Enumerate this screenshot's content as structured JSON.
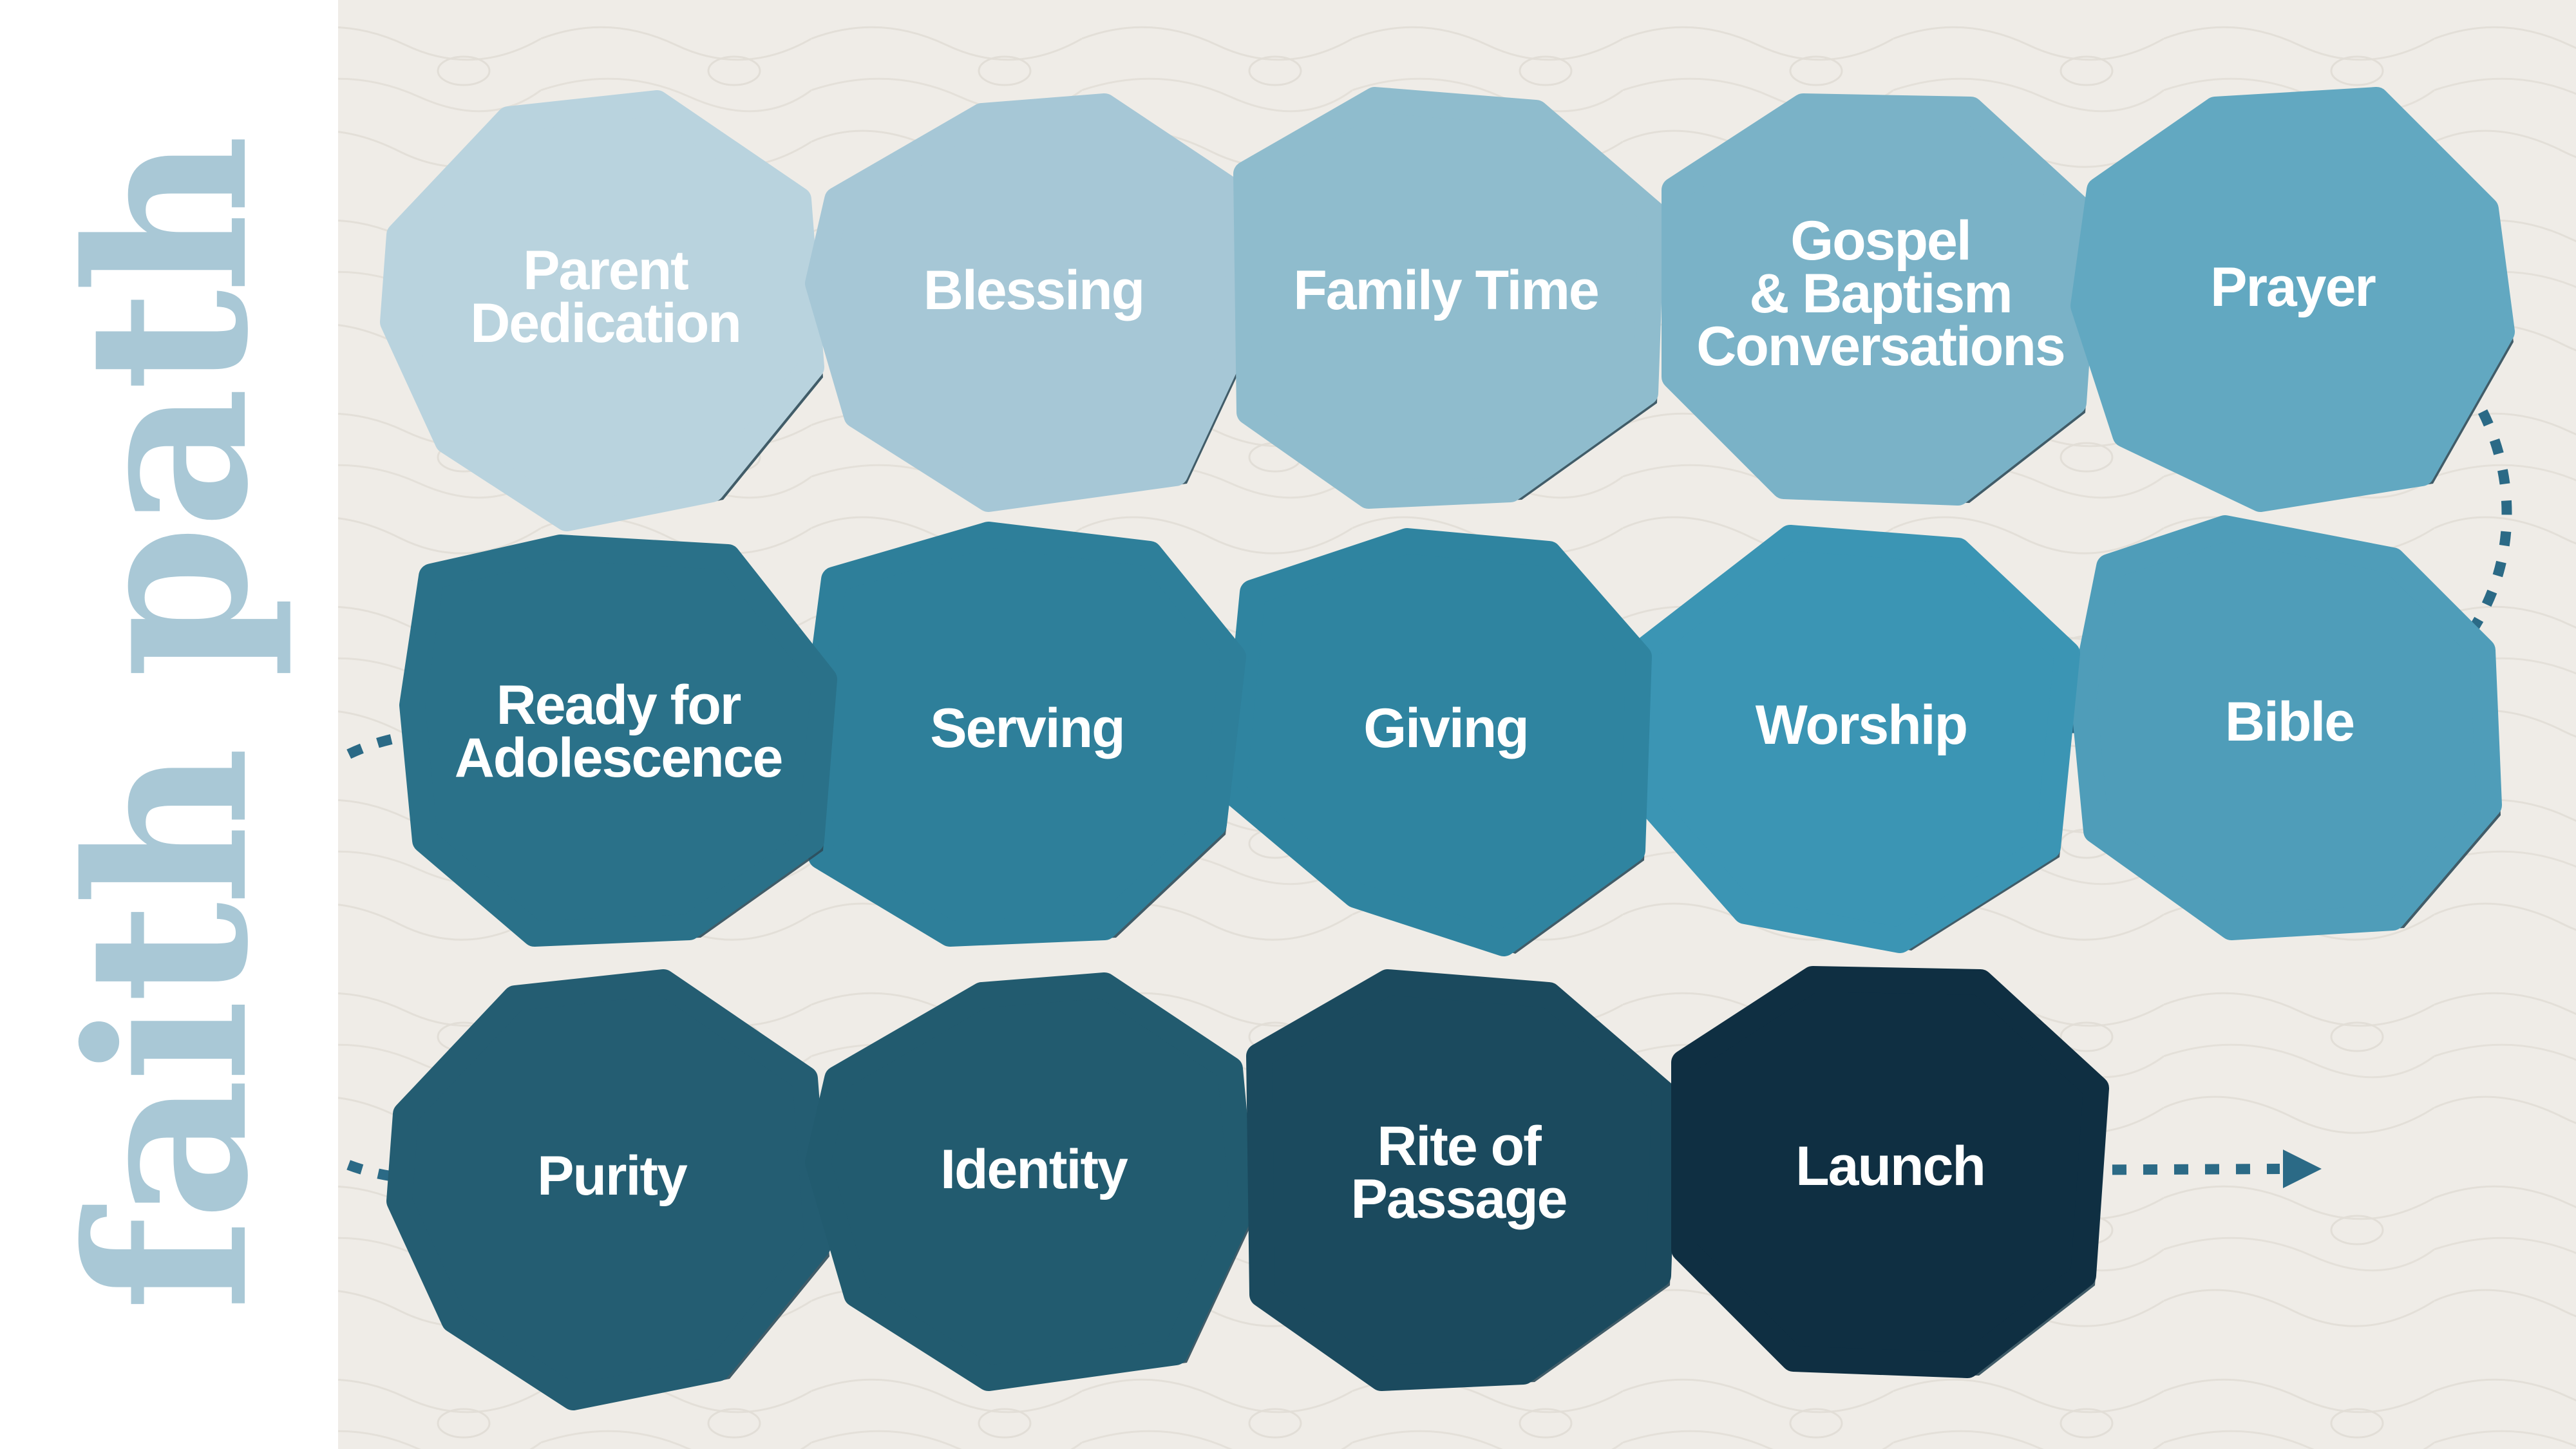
{
  "side_title": "faith path",
  "colors": {
    "background": "#efece7",
    "sidebar": "#ffffff",
    "side_title": "#a9c8d6",
    "path": "#2b6a86",
    "label": "#ffffff"
  },
  "stones": [
    {
      "id": "parent-dedication",
      "lines": [
        "Parent",
        "Dedication"
      ],
      "color": "#b9d3de"
    },
    {
      "id": "blessing",
      "lines": [
        "Blessing"
      ],
      "color": "#a6c7d6"
    },
    {
      "id": "family-time",
      "lines": [
        "Family Time"
      ],
      "color": "#8fbccd"
    },
    {
      "id": "gospel-baptism",
      "lines": [
        "Gospel",
        "& Baptism",
        "Conversations"
      ],
      "color": "#7ab2c7"
    },
    {
      "id": "prayer",
      "lines": [
        "Prayer"
      ],
      "color": "#62a8c1"
    },
    {
      "id": "bible",
      "lines": [
        "Bible"
      ],
      "color": "#4f9db9"
    },
    {
      "id": "worship",
      "lines": [
        "Worship"
      ],
      "color": "#3b95b4"
    },
    {
      "id": "giving",
      "lines": [
        "Giving"
      ],
      "color": "#2f84a0"
    },
    {
      "id": "serving",
      "lines": [
        "Serving"
      ],
      "color": "#2e7f9a"
    },
    {
      "id": "ready-for-adolescence",
      "lines": [
        "Ready for",
        "Adolescence"
      ],
      "color": "#2a7189"
    },
    {
      "id": "purity",
      "lines": [
        "Purity"
      ],
      "color": "#245d72"
    },
    {
      "id": "identity",
      "lines": [
        "Identity"
      ],
      "color": "#225b6f"
    },
    {
      "id": "rite-of-passage",
      "lines": [
        "Rite of",
        "Passage"
      ],
      "color": "#1b4a5e"
    },
    {
      "id": "launch",
      "lines": [
        "Launch"
      ],
      "color": "#0f2f42"
    }
  ]
}
